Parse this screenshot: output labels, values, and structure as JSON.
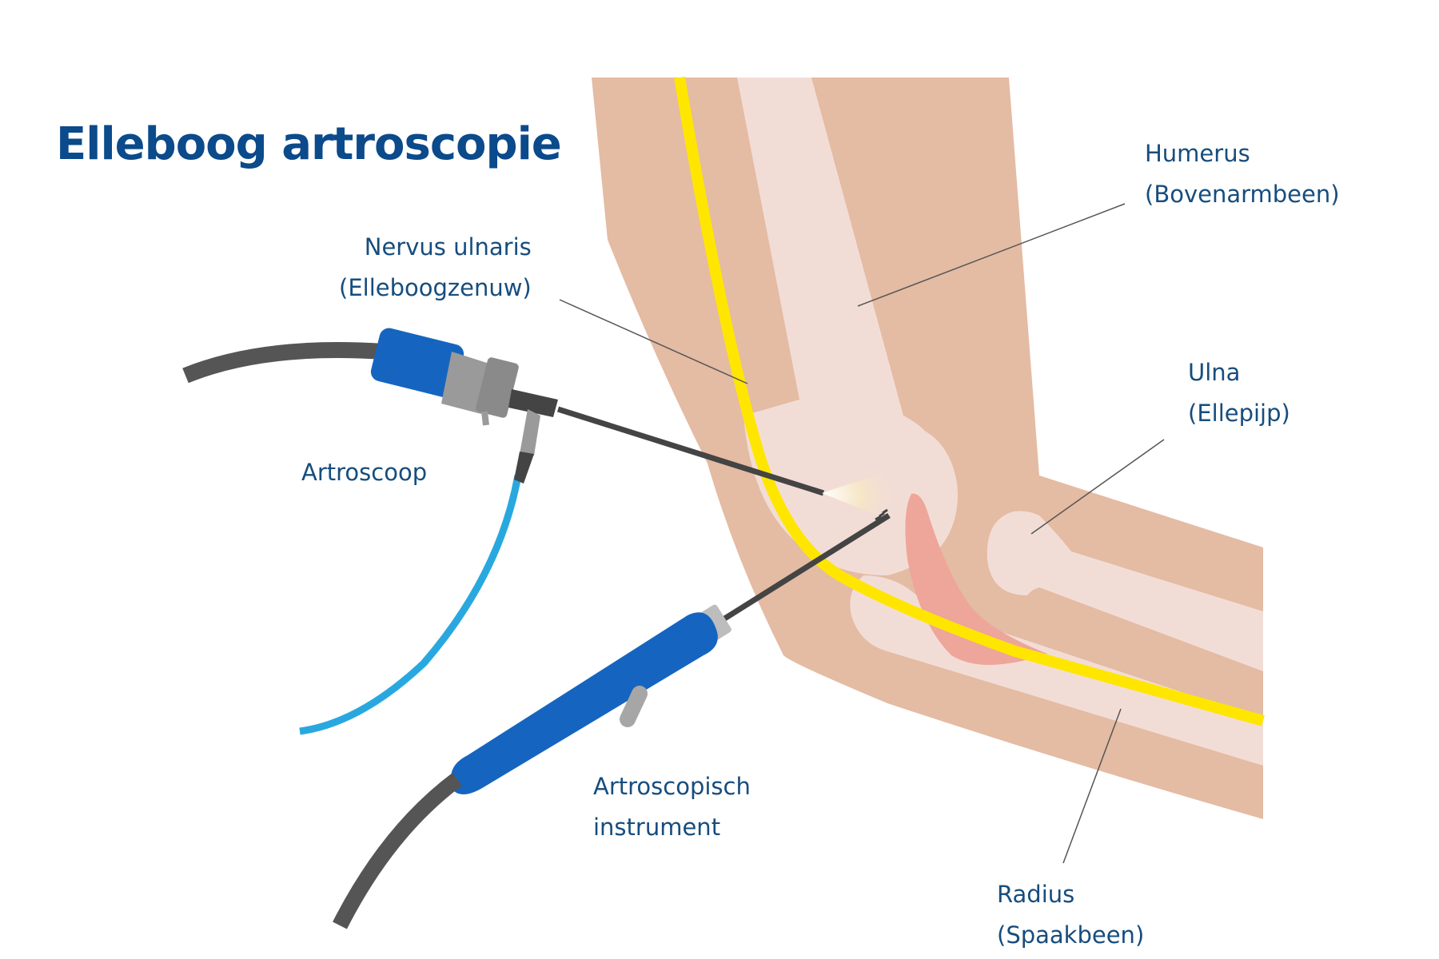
{
  "title": "Elleboog artroscopie",
  "labels": {
    "humerus": {
      "line1": "Humerus",
      "line2": "(Bovenarmbeen)"
    },
    "nervus_ulnaris": {
      "line1": "Nervus ulnaris",
      "line2": "(Elleboogzenuw)"
    },
    "ulna": {
      "line1": "Ulna",
      "line2": "(Ellepijp)"
    },
    "artroscoop": {
      "line1": "Artroscoop"
    },
    "artroscopisch_instrument": {
      "line1": "Artroscopisch",
      "line2": "instrument"
    },
    "radius": {
      "line1": "Radius",
      "line2": "(Spaakbeen)"
    }
  },
  "colors": {
    "title": "#0b4a8b",
    "label_text": "#164d7e",
    "skin": "#e4bba3",
    "bone": "#f2ddd6",
    "nerve": "#ffe600",
    "cartilage": "#eea59a",
    "instrument_blue": "#1565c0",
    "cable_dark": "#555555",
    "cable_light_blue": "#29a8e0",
    "leader_line": "#555555"
  }
}
